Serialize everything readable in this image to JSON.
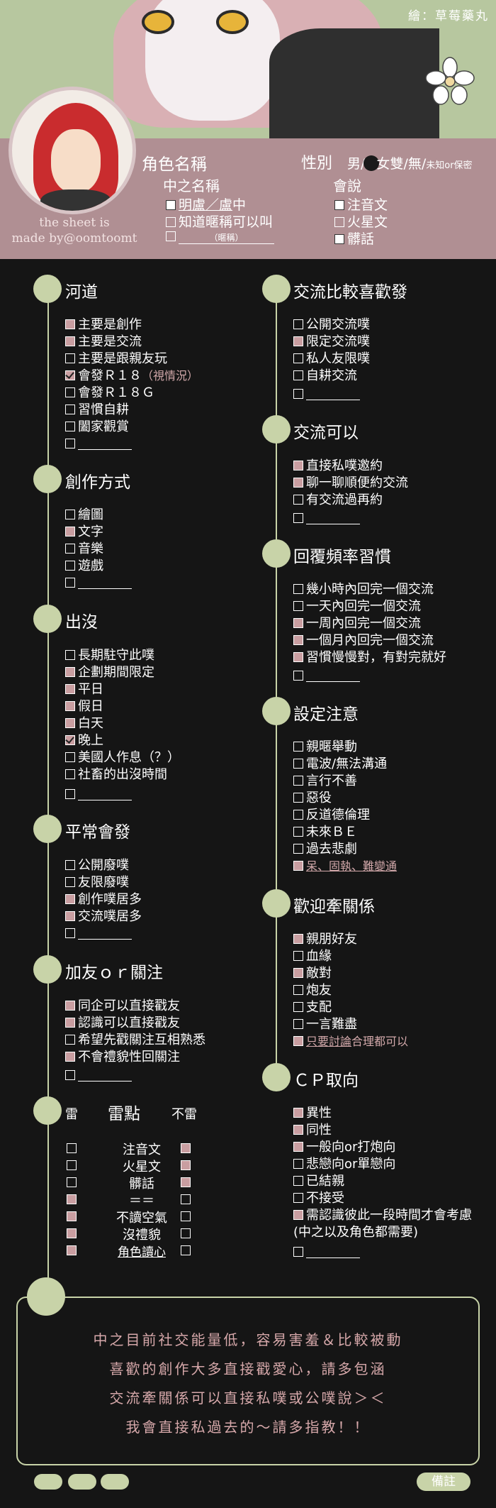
{
  "header": {
    "credit": "繪：草莓藥丸",
    "made_by": [
      "the sheet is",
      "made by@oomtoomt"
    ]
  },
  "profile": {
    "role_name_label": "角色名稱",
    "gender_label": "性別",
    "gender_options": [
      "男",
      "女",
      "雙/無/",
      "未知or保密"
    ],
    "chinese_name_label": "中之名稱",
    "chinese_name_rows": [
      "明盧／盧",
      "中",
      "知道暱稱可以叫",
      "（暱稱）"
    ],
    "language_label": "會說",
    "languages": [
      "注音文",
      "火星文",
      "髒話"
    ]
  },
  "sections": {
    "hedao": {
      "title": "河道",
      "items": [
        "主要是創作",
        "主要是交流",
        "主要是跟親友玩",
        "會發Ｒ１８",
        "（視情況）",
        "會發Ｒ１８Ｇ",
        "習慣自耕",
        "闔家觀賞"
      ]
    },
    "create": {
      "title": "創作方式",
      "items": [
        "繪圖",
        "文字",
        "音樂",
        "遊戲"
      ]
    },
    "chumo": {
      "title": "出沒",
      "items": [
        "長期駐守此噗",
        "企劃期間限定",
        "平日",
        "假日",
        "白天",
        "晚上",
        "美國人作息（？）",
        "社畜的出沒時間"
      ]
    },
    "post": {
      "title": "平常會發",
      "items": [
        "公開廢噗",
        "友限廢噗",
        "創作噗居多",
        "交流噗居多"
      ]
    },
    "friend": {
      "title": "加友ｏｒ關注",
      "items": [
        "同企可以直接戳友",
        "認識可以直接戳友",
        "希望先戳關注互相熟悉",
        "不會禮貌性回關注"
      ]
    },
    "exchange_pref": {
      "title": "交流比較喜歡發",
      "items": [
        "公開交流噗",
        "限定交流噗",
        "私人友限噗",
        "自耕交流"
      ]
    },
    "exchange_ok": {
      "title": "交流可以",
      "items": [
        "直接私噗邀約",
        "聊一聊順便約交流",
        "有交流過再約"
      ]
    },
    "reply": {
      "title": "回覆頻率習慣",
      "items": [
        "幾小時內回完一個交流",
        "一天內回完一個交流",
        "一周內回完一個交流",
        "一個月內回完一個交流",
        "習慣慢慢對，有對完就好"
      ]
    },
    "setting": {
      "title": "設定注意",
      "items": [
        "親暱舉動",
        "電波/無法溝通",
        "言行不善",
        "惡役",
        "反道德倫理",
        "未來ＢＥ",
        "過去悲劇",
        "呆、固執、難變通"
      ]
    },
    "relation": {
      "title": "歡迎牽關係",
      "items": [
        "親朋好友",
        "血緣",
        "敵對",
        "炮友",
        "支配",
        "一言難盡",
        "只要討論",
        "合理都可以"
      ]
    },
    "cp": {
      "title": "ＣＰ取向",
      "items": [
        "異性",
        "同性",
        "一般向or打炮向",
        "悲戀向or單戀向",
        "已結親",
        "不接受",
        "需認識彼此一段時間才會考慮",
        "(中之以及角色都需要)"
      ]
    }
  },
  "thunder": {
    "headers": [
      "雷",
      "雷點",
      "不雷"
    ],
    "rows": [
      "注音文",
      "火星文",
      "髒話",
      "＝＝",
      "不讀空氣",
      "沒禮貌",
      "角色讀心"
    ]
  },
  "note_lines": [
    "中之目前社交能量低，容易害羞＆比較被動",
    "喜歡的創作大多直接戳愛心，請多包涵",
    "交流牽關係可以直接私噗或公噗說＞＜",
    "我會直接私過去的～請多指教！！"
  ],
  "remark_label": "備註",
  "colors": {
    "accent": "#c8d3a8",
    "pink": "#c99ea1",
    "band": "#b08f93",
    "background": "#151515"
  }
}
